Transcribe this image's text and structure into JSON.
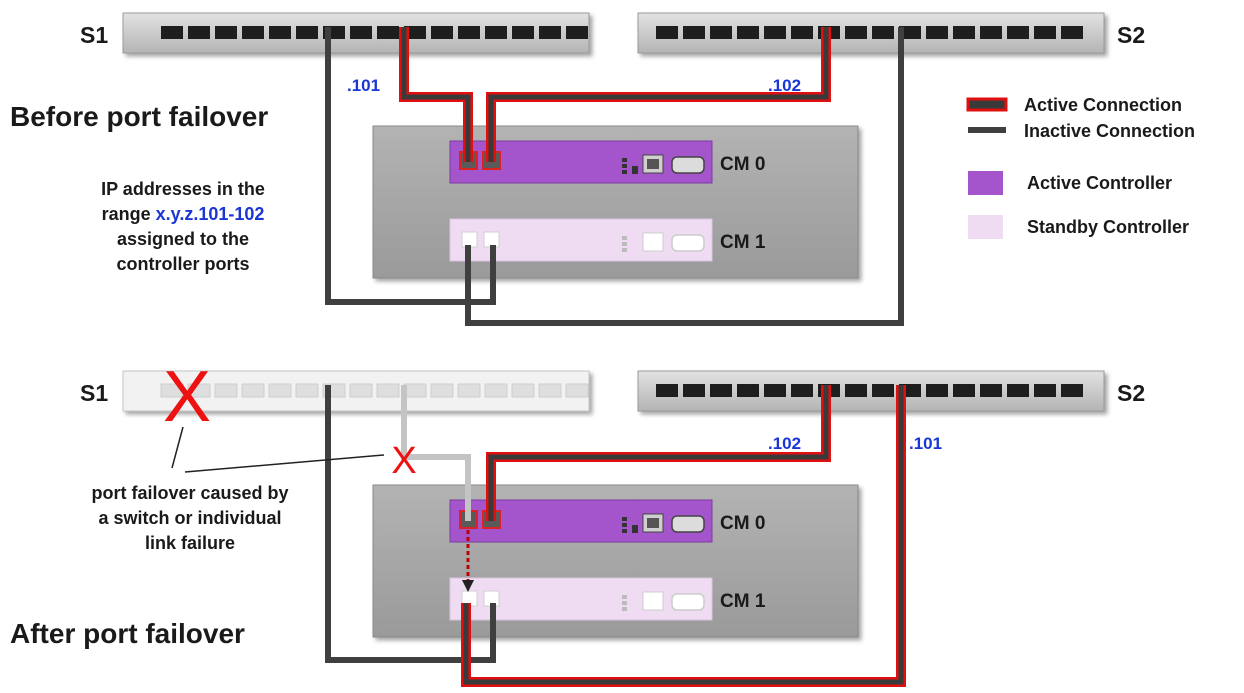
{
  "switches": {
    "s1_label": "S1",
    "s2_label": "S2"
  },
  "sections": {
    "before_title": "Before port failover",
    "after_title": "After port failover"
  },
  "ip_note": {
    "line1": "IP addresses in the",
    "line2_prefix": "range ",
    "line2_range": "x.y.z.101-102",
    "line3": "assigned to the",
    "line4": "controller ports"
  },
  "ip_labels": {
    "before_s1": ".101",
    "before_s2": ".102",
    "after_s2_a": ".102",
    "after_s2_b": ".101"
  },
  "controllers": {
    "cm0": "CM 0",
    "cm1": "CM 1"
  },
  "failover_note": {
    "line1": "port failover caused by",
    "line2": "a switch or individual",
    "line3": "link failure"
  },
  "failure_marks": {
    "switch_mark": "X",
    "link_mark": "X"
  },
  "legend": {
    "active_connection": "Active Connection",
    "inactive_connection": "Inactive Connection",
    "active_controller": "Active Controller",
    "standby_controller": "Standby Controller"
  },
  "colors": {
    "active_link_outer": "#e01010",
    "active_link_inner": "#3a3a3a",
    "inactive_link": "#3f3f3f",
    "failed_link": "#c4c4c4",
    "active_controller": "#a455cc",
    "standby_controller": "#efdcf3",
    "switch_body": "#c8c8c8",
    "failed_switch_body": "#f2f2f2",
    "ip_text": "#1a37d6",
    "failure_mark": "#ee1111"
  }
}
